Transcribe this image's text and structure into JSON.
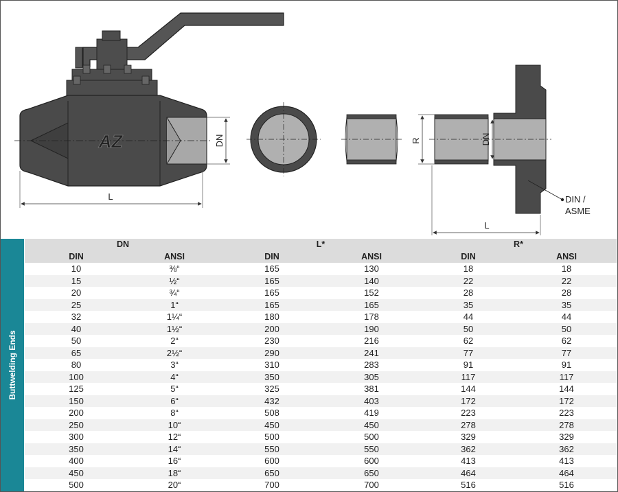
{
  "drawing": {
    "valve_dim_dn": "DN",
    "valve_dim_l": "L",
    "logo_text": "AZ",
    "end_dim_r": "R",
    "end_dim_dn": "DN",
    "end_dim_l": "L",
    "flange_callout_line1": "DIN /",
    "flange_callout_line2": "ASME"
  },
  "side_label": "Buttwelding Ends",
  "table": {
    "groups": [
      "DN",
      "L*",
      "R*"
    ],
    "subheaders": [
      "DIN",
      "ANSI",
      "DIN",
      "ANSI",
      "DIN",
      "ANSI"
    ],
    "rows": [
      [
        "10",
        "⅜“",
        "165",
        "130",
        "18",
        "18"
      ],
      [
        "15",
        "½“",
        "165",
        "140",
        "22",
        "22"
      ],
      [
        "20",
        "¾“",
        "165",
        "152",
        "28",
        "28"
      ],
      [
        "25",
        "1“",
        "165",
        "165",
        "35",
        "35"
      ],
      [
        "32",
        "1¼“",
        "180",
        "178",
        "44",
        "44"
      ],
      [
        "40",
        "1½“",
        "200",
        "190",
        "50",
        "50"
      ],
      [
        "50",
        "2“",
        "230",
        "216",
        "62",
        "62"
      ],
      [
        "65",
        "2½“",
        "290",
        "241",
        "77",
        "77"
      ],
      [
        "80",
        "3“",
        "310",
        "283",
        "91",
        "91"
      ],
      [
        "100",
        "4“",
        "350",
        "305",
        "117",
        "117"
      ],
      [
        "125",
        "5“",
        "325",
        "381",
        "144",
        "144"
      ],
      [
        "150",
        "6“",
        "432",
        "403",
        "172",
        "172"
      ],
      [
        "200",
        "8“",
        "508",
        "419",
        "223",
        "223"
      ],
      [
        "250",
        "10“",
        "450",
        "450",
        "278",
        "278"
      ],
      [
        "300",
        "12“",
        "500",
        "500",
        "329",
        "329"
      ],
      [
        "350",
        "14“",
        "550",
        "550",
        "362",
        "362"
      ],
      [
        "400",
        "16“",
        "600",
        "600",
        "413",
        "413"
      ],
      [
        "450",
        "18“",
        "650",
        "650",
        "464",
        "464"
      ],
      [
        "500",
        "20“",
        "700",
        "700",
        "516",
        "516"
      ]
    ]
  }
}
